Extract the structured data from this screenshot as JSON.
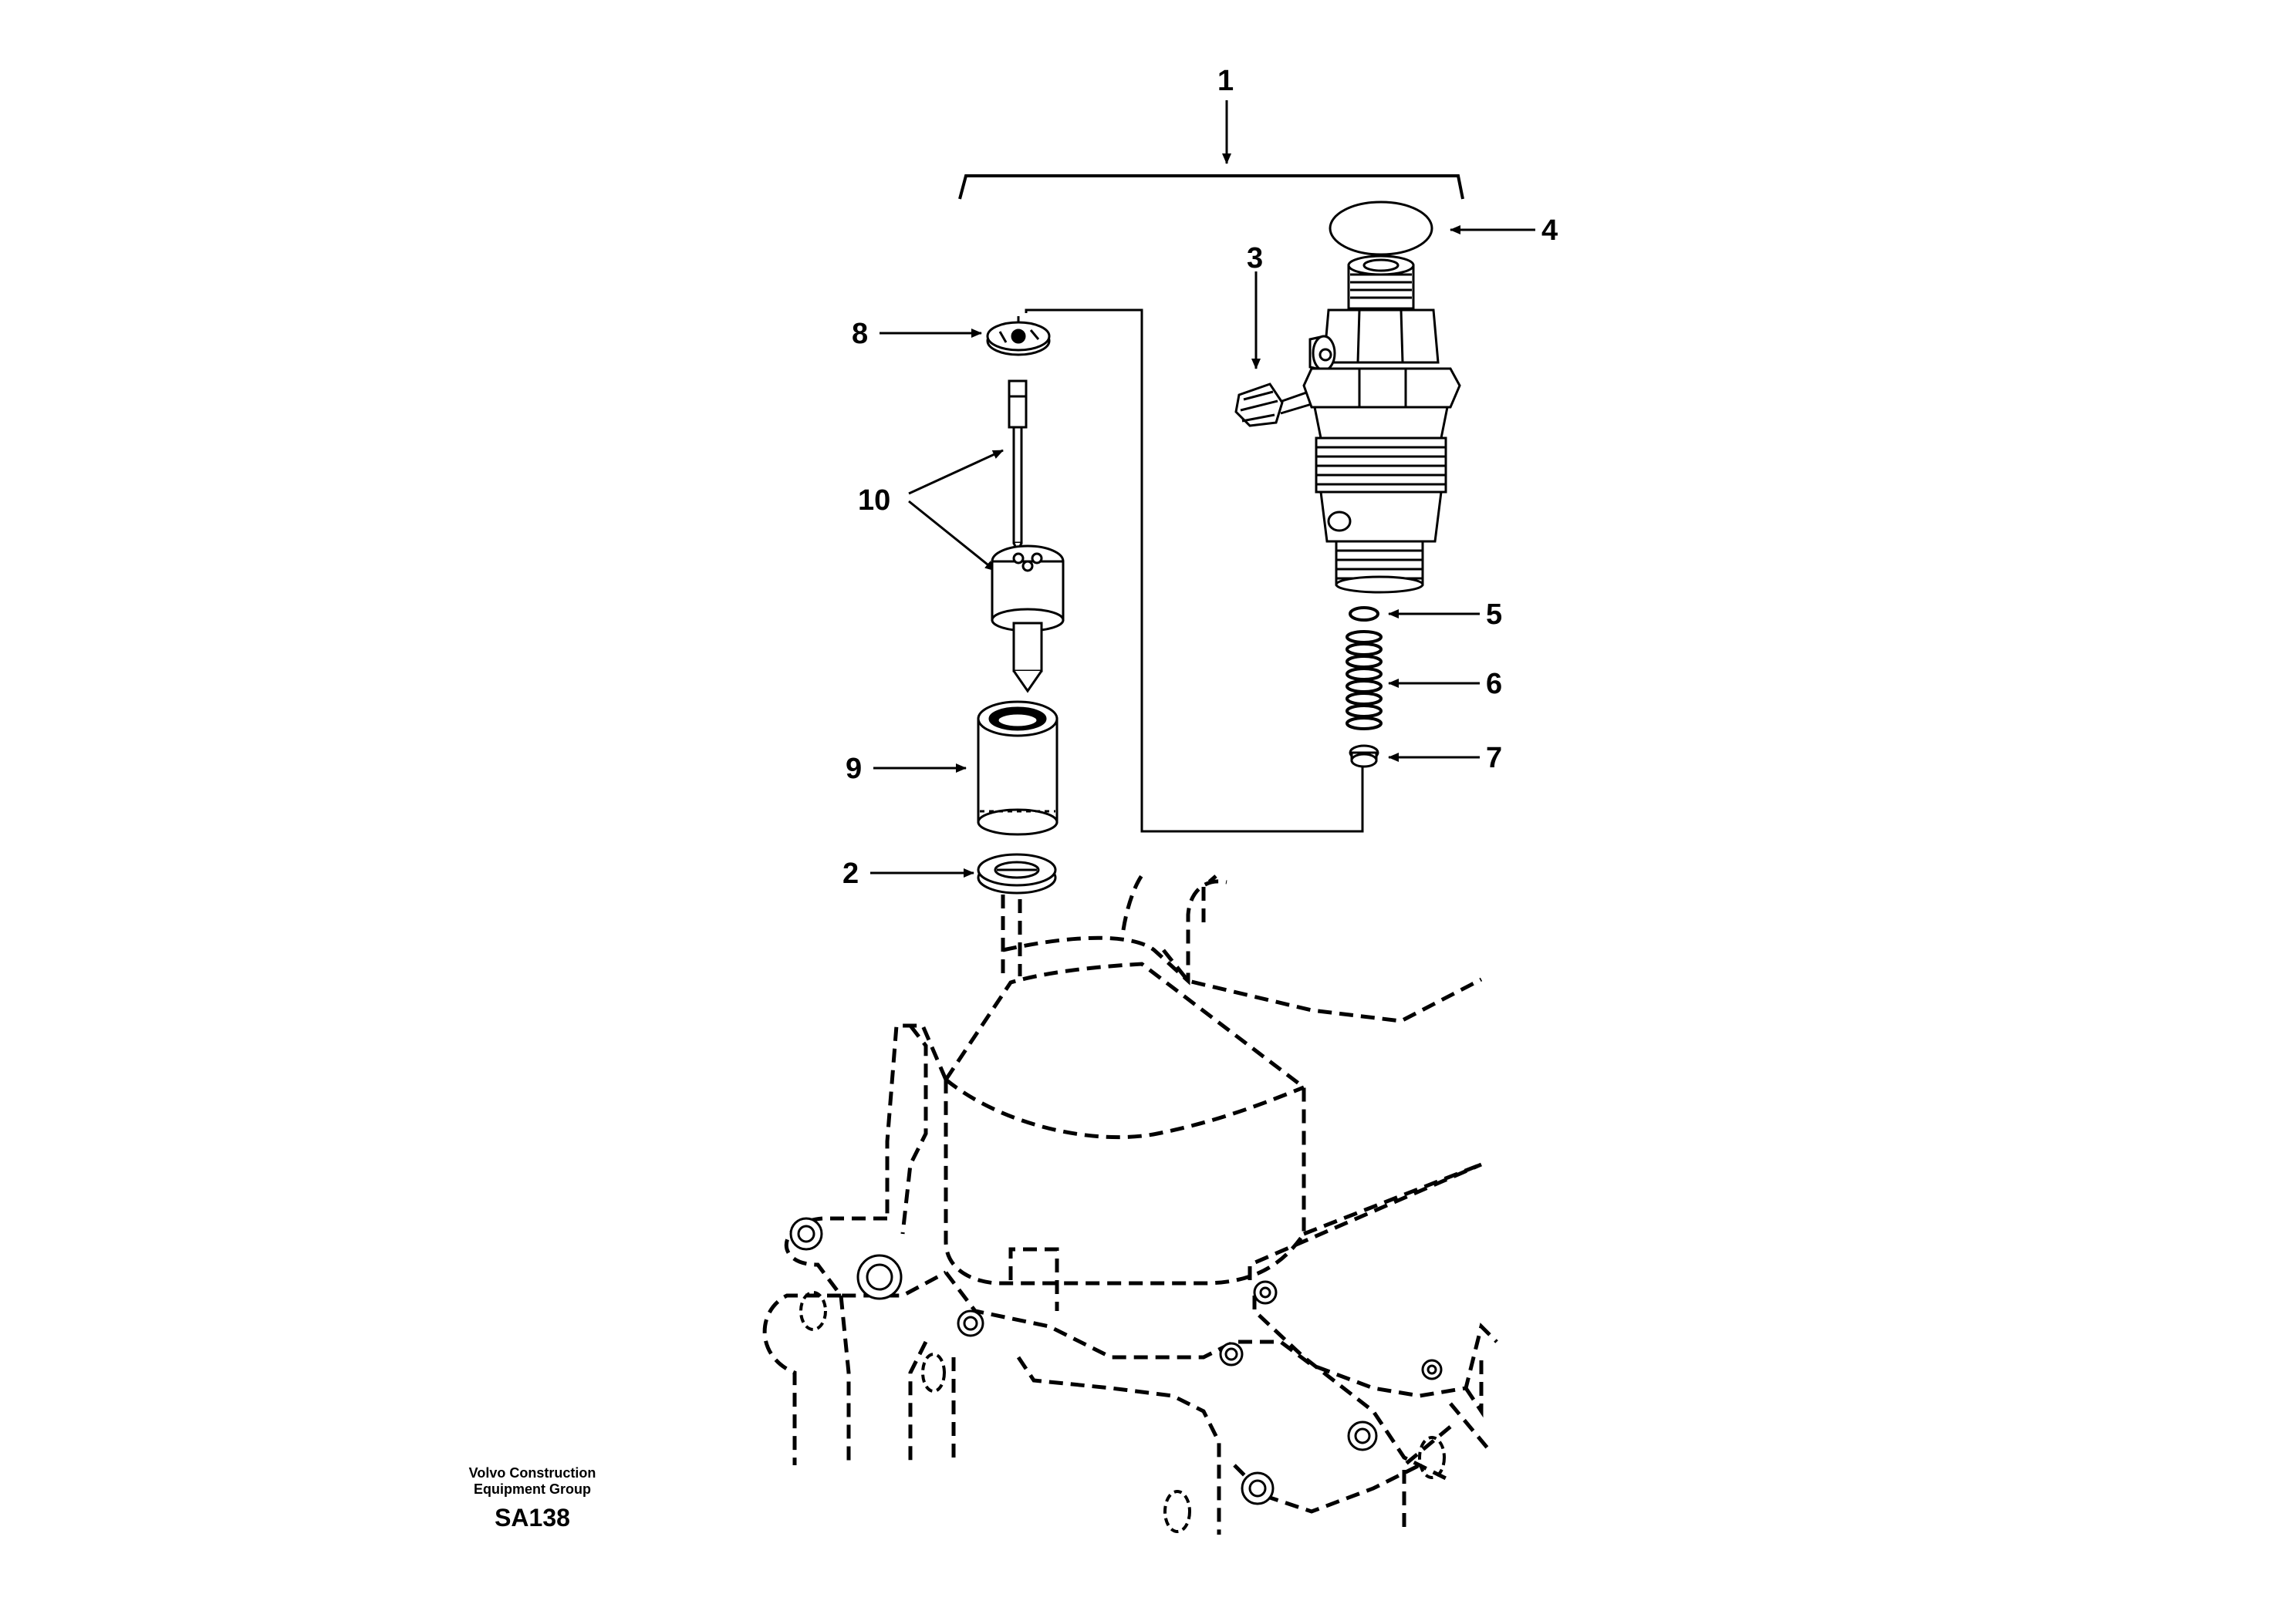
{
  "callouts": {
    "c1": "1",
    "c2": "2",
    "c3": "3",
    "c4": "4",
    "c5": "5",
    "c6": "6",
    "c7": "7",
    "c8": "8",
    "c9": "9",
    "c10": "10"
  },
  "footer": {
    "company_line1": "Volvo Construction",
    "company_line2": "Equipment Group",
    "code": "SA138"
  }
}
